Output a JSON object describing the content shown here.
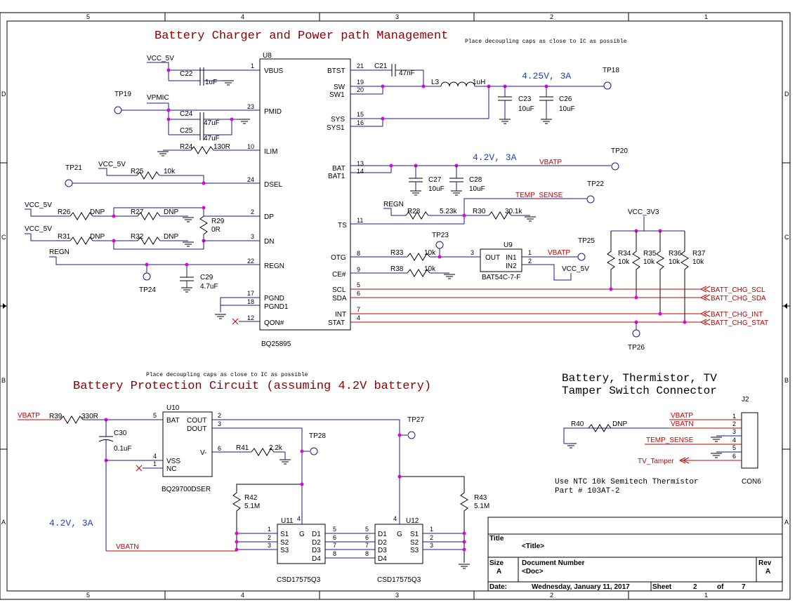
{
  "border": {
    "columns_top": [
      "5",
      "4",
      "3",
      "2",
      "1"
    ],
    "columns_bottom": [
      "5",
      "4",
      "3",
      "2",
      "1"
    ],
    "rows_left": [
      "D",
      "C",
      "B",
      "A"
    ],
    "rows_right": [
      "D",
      "C",
      "B",
      "A"
    ]
  },
  "titles": {
    "charger": "Battery Charger and Power path Management",
    "protection": "Battery Protection Circuit (assuming 4.2V battery)",
    "connector_line1": "Battery, Thermistor, TV",
    "connector_line2": "Tamper Switch Connector"
  },
  "notes": {
    "decoupling_top": "Place decoupling caps as close to IC as possible",
    "decoupling_bottom": "Place decoupling caps as close to IC as possible",
    "ntc_line1": "Use NTC 10k Semitech Thermistor",
    "ntc_line2": "Part # 103AT-2"
  },
  "blue_notes": {
    "sys_out": "4.25V, 3A",
    "bat_out": "4.2V, 3A",
    "batn": "4.2V, 3A"
  },
  "u8": {
    "ref": "U8",
    "part": "BQ25895",
    "left_pins": [
      {
        "num": "1",
        "name": "VBUS"
      },
      {
        "num": "23",
        "name": "PMID"
      },
      {
        "num": "10",
        "name": "ILIM"
      },
      {
        "num": "24",
        "name": "DSEL"
      },
      {
        "num": "2",
        "name": "DP"
      },
      {
        "num": "3",
        "name": "DN"
      },
      {
        "num": "22",
        "name": "REGN"
      },
      {
        "num": "17",
        "name": "PGND"
      },
      {
        "num": "18",
        "name": "PGND1"
      },
      {
        "num": "12",
        "name": "QON#"
      }
    ],
    "right_pins": [
      {
        "num": "21",
        "name": "BTST"
      },
      {
        "num": "19",
        "name": "SW"
      },
      {
        "num": "20",
        "name": "SW1"
      },
      {
        "num": "15",
        "name": "SYS"
      },
      {
        "num": "16",
        "name": "SYS1"
      },
      {
        "num": "13",
        "name": "BAT"
      },
      {
        "num": "14",
        "name": "BAT1"
      },
      {
        "num": "11",
        "name": "TS"
      },
      {
        "num": "8",
        "name": "OTG"
      },
      {
        "num": "9",
        "name": "CE#"
      },
      {
        "num": "5",
        "name": "SCL"
      },
      {
        "num": "6",
        "name": "SDA"
      },
      {
        "num": "7",
        "name": "INT"
      },
      {
        "num": "4",
        "name": "STAT"
      }
    ]
  },
  "components": {
    "c22": {
      "ref": "C22",
      "val": "1uF"
    },
    "c24": {
      "ref": "C24",
      "val": "47uF"
    },
    "c25": {
      "ref": "C25",
      "val": "47uF"
    },
    "r24": {
      "ref": "R24",
      "val": "130R"
    },
    "r25": {
      "ref": "R25",
      "val": "10k"
    },
    "r26": {
      "ref": "R26",
      "val": "DNP"
    },
    "r27": {
      "ref": "R27",
      "val": "DNP"
    },
    "r29": {
      "ref": "R29",
      "val": "0R"
    },
    "r31": {
      "ref": "R31",
      "val": "DNP"
    },
    "r32": {
      "ref": "R32",
      "val": "DNP"
    },
    "c29": {
      "ref": "C29",
      "val": "4.7uF"
    },
    "c21": {
      "ref": "C21",
      "val": "47nF"
    },
    "l3": {
      "ref": "L3",
      "val": "1uH"
    },
    "c23": {
      "ref": "C23",
      "val": "10uF"
    },
    "c26": {
      "ref": "C26",
      "val": "10uF"
    },
    "c27": {
      "ref": "C27",
      "val": "10uF"
    },
    "c28": {
      "ref": "C28",
      "val": "10uF"
    },
    "r28": {
      "ref": "R28",
      "val": "5.23k"
    },
    "r30": {
      "ref": "R30",
      "val": "30.1k"
    },
    "r33": {
      "ref": "R33",
      "val": "10k"
    },
    "r38": {
      "ref": "R38",
      "val": "10k"
    },
    "u9": {
      "ref": "U9",
      "part": "BAT54C-7-F",
      "out": "OUT",
      "in1": "IN1",
      "in2": "IN2",
      "p3": "3",
      "p1": "1",
      "p2": "2"
    },
    "r34": {
      "ref": "R34",
      "val": "10k"
    },
    "r35": {
      "ref": "R35",
      "val": "10k"
    },
    "r36": {
      "ref": "R36",
      "val": "10k"
    },
    "r37": {
      "ref": "R37",
      "val": "10k"
    },
    "r39": {
      "ref": "R39",
      "val": "330R"
    },
    "c30": {
      "ref": "C30",
      "val": "0.1uF"
    },
    "u10": {
      "ref": "U10",
      "part": "BQ29700DSER",
      "bat": "BAT",
      "cout": "COUT",
      "dout": "DOUT",
      "vminus": "V-",
      "vss": "VSS",
      "nc": "NC",
      "p5": "5",
      "p2": "2",
      "p3": "3",
      "p6": "6",
      "p4": "4",
      "p1": "1"
    },
    "r41": {
      "ref": "R41",
      "val": "2.2k"
    },
    "r42": {
      "ref": "R42",
      "val": "5.1M"
    },
    "r43": {
      "ref": "R43",
      "val": "5.1M"
    },
    "u11": {
      "ref": "U11",
      "part": "CSD17575Q3",
      "s_pins": [
        "S1",
        "S2",
        "S3"
      ],
      "d_pins": [
        "D1",
        "D2",
        "D3",
        "D4"
      ],
      "gate": "G",
      "s_nums": [
        "1",
        "2",
        "3"
      ],
      "d_nums": [
        "5",
        "6",
        "7",
        "8"
      ],
      "g_num": "4"
    },
    "u12": {
      "ref": "U12",
      "part": "CSD17575Q3",
      "s_pins": [
        "S1",
        "S2",
        "S3"
      ],
      "d_pins": [
        "D1",
        "D2",
        "D3",
        "D4"
      ],
      "gate": "G",
      "s_nums": [
        "1",
        "2",
        "3"
      ],
      "d_nums": [
        "5",
        "6",
        "7",
        "8"
      ],
      "g_num": "4"
    },
    "r40": {
      "ref": "R40",
      "val": "DNP"
    },
    "j2": {
      "ref": "J2",
      "part": "CON6",
      "pins": [
        "1",
        "2",
        "3",
        "4",
        "5",
        "6"
      ]
    }
  },
  "test_points": [
    "TP18",
    "TP19",
    "TP20",
    "TP21",
    "TP22",
    "TP23",
    "TP24",
    "TP25",
    "TP26",
    "TP27",
    "TP28"
  ],
  "nets": {
    "vcc5v": "VCC_5V",
    "vpmic": "VPMIC",
    "vcc3v3": "VCC_3V3",
    "regn": "REGN",
    "vbatp": "VBATP",
    "vbatn": "VBATN",
    "temp_sense": "TEMP_SENSE",
    "tv_tamper": "TV_Tamper",
    "batt_chg_scl": "BATT_CHG_SCL",
    "batt_chg_sda": "BATT_CHG_SDA",
    "batt_chg_int": "BATT_CHG_INT",
    "batt_chg_stat": "BATT_CHG_STAT"
  },
  "title_block": {
    "title_label": "Title",
    "title_value": "<Title>",
    "size_label": "Size",
    "size_value": "A",
    "docnum_label": "Document Number",
    "docnum_value": "<Doc>",
    "rev_label": "Rev",
    "rev_value": "A",
    "date_label": "Date:",
    "date_value": "Wednesday, January 11, 2017",
    "sheet_label": "Sheet",
    "sheet_value": "2",
    "of_label": "of",
    "of_value": "7"
  }
}
